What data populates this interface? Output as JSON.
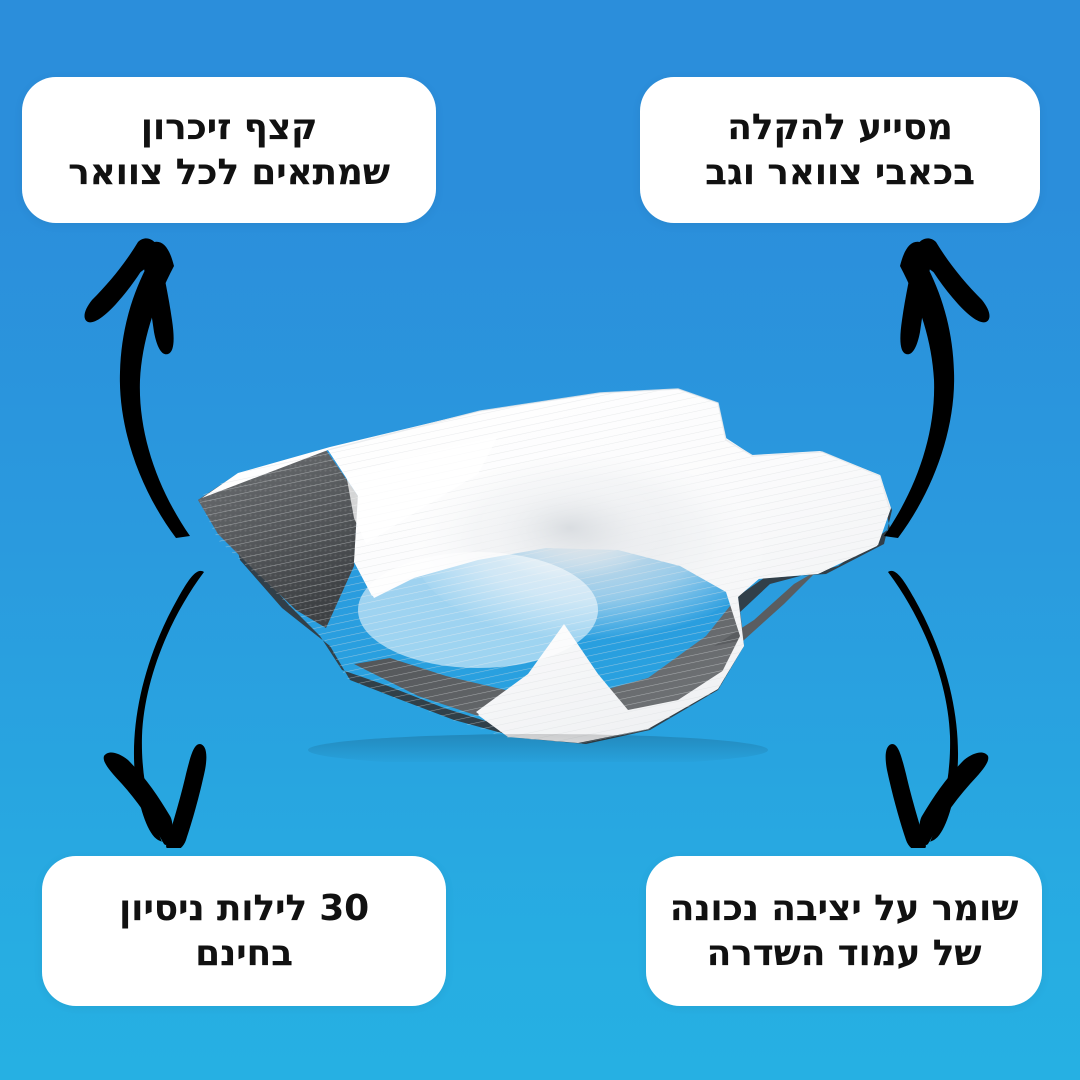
{
  "page": {
    "title": "כרית ארגונומית - יתרונות המוצר",
    "language": "he",
    "direction": "rtl",
    "background": {
      "type": "linear-gradient-vertical",
      "top_color": "#2B8EDB",
      "bottom_color": "#26B0E3"
    }
  },
  "product": {
    "name": "כרית זיכרון ארגונומית לצוואר",
    "alt": "ergonomic-cervical-memory-foam-pillow",
    "colors": {
      "top_fabric": "#FFFFFF",
      "side_foam": "#55585B",
      "shadow": "#3F4245"
    }
  },
  "callouts": [
    {
      "id": "callout-top-left",
      "position": "top-left",
      "text": "קצף זיכרון\nשמתאים לכל צוואר",
      "line1": "קצף זיכרון",
      "line2": "שמתאים לכל צוואר",
      "background": "#FFFFFF",
      "text_color": "#111111"
    },
    {
      "id": "callout-top-right",
      "position": "top-right",
      "text": "מסייע להקלה\nבכאבי צוואר וגב",
      "line1": "מסייע להקלה",
      "line2": "בכאבי צוואר וגב",
      "background": "#FFFFFF",
      "text_color": "#111111"
    },
    {
      "id": "callout-bottom-left",
      "position": "bottom-left",
      "text": "30 לילות ניסיון\nבחינם",
      "line1": "30 לילות ניסיון",
      "line2": "בחינם",
      "background": "#FFFFFF",
      "text_color": "#111111"
    },
    {
      "id": "callout-bottom-right",
      "position": "bottom-right",
      "text": "שומר על יציבה נכונה\nשל עמוד השדרה",
      "line1": "שומר על יציבה נכונה",
      "line2": "של עמוד השדרה",
      "background": "#FFFFFF",
      "text_color": "#111111"
    }
  ],
  "arrows": [
    {
      "id": "arrow-top-left",
      "icon": "curved-arrow-up-left-icon",
      "direction": "up-left",
      "color": "#000000",
      "points_to": "callout-top-left"
    },
    {
      "id": "arrow-top-right",
      "icon": "curved-arrow-up-right-icon",
      "direction": "up-right",
      "color": "#000000",
      "points_to": "callout-top-right"
    },
    {
      "id": "arrow-bottom-left",
      "icon": "curved-arrow-down-left-icon",
      "direction": "down-left",
      "color": "#000000",
      "points_to": "callout-bottom-left"
    },
    {
      "id": "arrow-bottom-right",
      "icon": "curved-arrow-down-right-icon",
      "direction": "down-right",
      "color": "#000000",
      "points_to": "callout-bottom-right"
    }
  ]
}
